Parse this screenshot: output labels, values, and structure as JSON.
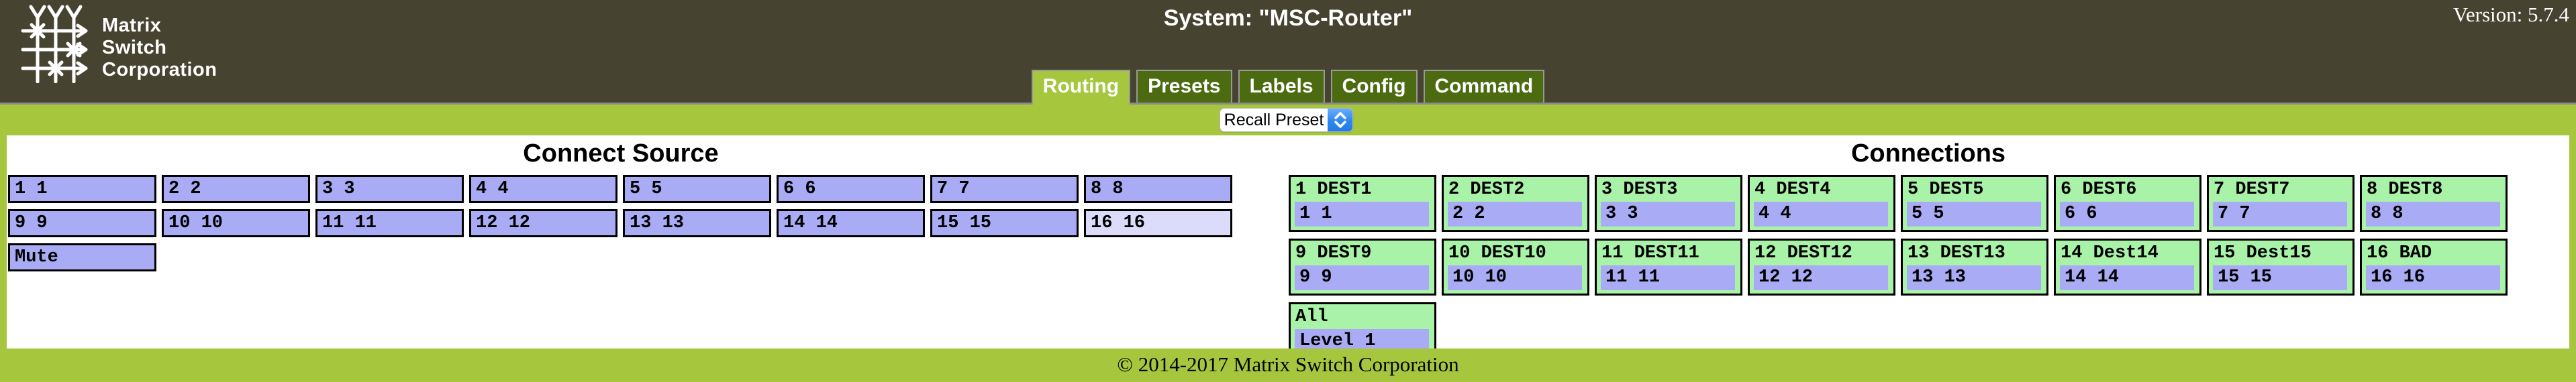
{
  "colors": {
    "header_bg": "#474331",
    "accent_green": "#a5c63d",
    "tab_dark_green": "#4c6b11",
    "source_button_purple": "#a9abf5",
    "source_button_purple_selected": "#dcdcfa",
    "destination_green": "#a9f3a9",
    "divider_gray": "#8a8a8a",
    "select_blue": "#1e7ce8",
    "button_border": "#000000"
  },
  "header": {
    "logo_lines": [
      "Matrix",
      "Switch",
      "Corporation"
    ],
    "title": "System: \"MSC-Router\"",
    "version": "Version: 5.7.4"
  },
  "tabs": [
    {
      "label": "Routing",
      "active": true
    },
    {
      "label": "Presets",
      "active": false
    },
    {
      "label": "Labels",
      "active": false
    },
    {
      "label": "Config",
      "active": false
    },
    {
      "label": "Command",
      "active": false
    }
  ],
  "toolbar": {
    "preset_select_label": "Recall Preset"
  },
  "connect_source": {
    "title": "Connect Source",
    "buttons": [
      {
        "label": "1 1",
        "selected": false
      },
      {
        "label": "2 2",
        "selected": false
      },
      {
        "label": "3 3",
        "selected": false
      },
      {
        "label": "4 4",
        "selected": false
      },
      {
        "label": "5 5",
        "selected": false
      },
      {
        "label": "6 6",
        "selected": false
      },
      {
        "label": "7 7",
        "selected": false
      },
      {
        "label": "8 8",
        "selected": false
      },
      {
        "label": "9 9",
        "selected": false
      },
      {
        "label": "10 10",
        "selected": false
      },
      {
        "label": "11 11",
        "selected": false
      },
      {
        "label": "12 12",
        "selected": false
      },
      {
        "label": "13 13",
        "selected": false
      },
      {
        "label": "14 14",
        "selected": false
      },
      {
        "label": "15 15",
        "selected": false
      },
      {
        "label": "16 16",
        "selected": true
      },
      {
        "label": "Mute",
        "selected": false
      }
    ]
  },
  "connections": {
    "title": "Connections",
    "destinations": [
      {
        "label": "1 DEST1",
        "source": "1 1"
      },
      {
        "label": "2 DEST2",
        "source": "2 2"
      },
      {
        "label": "3 DEST3",
        "source": "3 3"
      },
      {
        "label": "4 DEST4",
        "source": "4 4"
      },
      {
        "label": "5 DEST5",
        "source": "5 5"
      },
      {
        "label": "6 DEST6",
        "source": "6 6"
      },
      {
        "label": "7 DEST7",
        "source": "7 7"
      },
      {
        "label": "8 DEST8",
        "source": "8 8"
      },
      {
        "label": "9 DEST9",
        "source": "9 9"
      },
      {
        "label": "10 DEST10",
        "source": "10 10"
      },
      {
        "label": "11 DEST11",
        "source": "11 11"
      },
      {
        "label": "12 DEST12",
        "source": "12 12"
      },
      {
        "label": "13 DEST13",
        "source": "13 13"
      },
      {
        "label": "14 Dest14",
        "source": "14 14"
      },
      {
        "label": "15 Dest15",
        "source": "15 15"
      },
      {
        "label": "16 BAD",
        "source": "16 16"
      },
      {
        "label": "All",
        "source": "Level 1"
      }
    ]
  },
  "footer": {
    "copyright": "© 2014-2017 Matrix Switch Corporation"
  }
}
